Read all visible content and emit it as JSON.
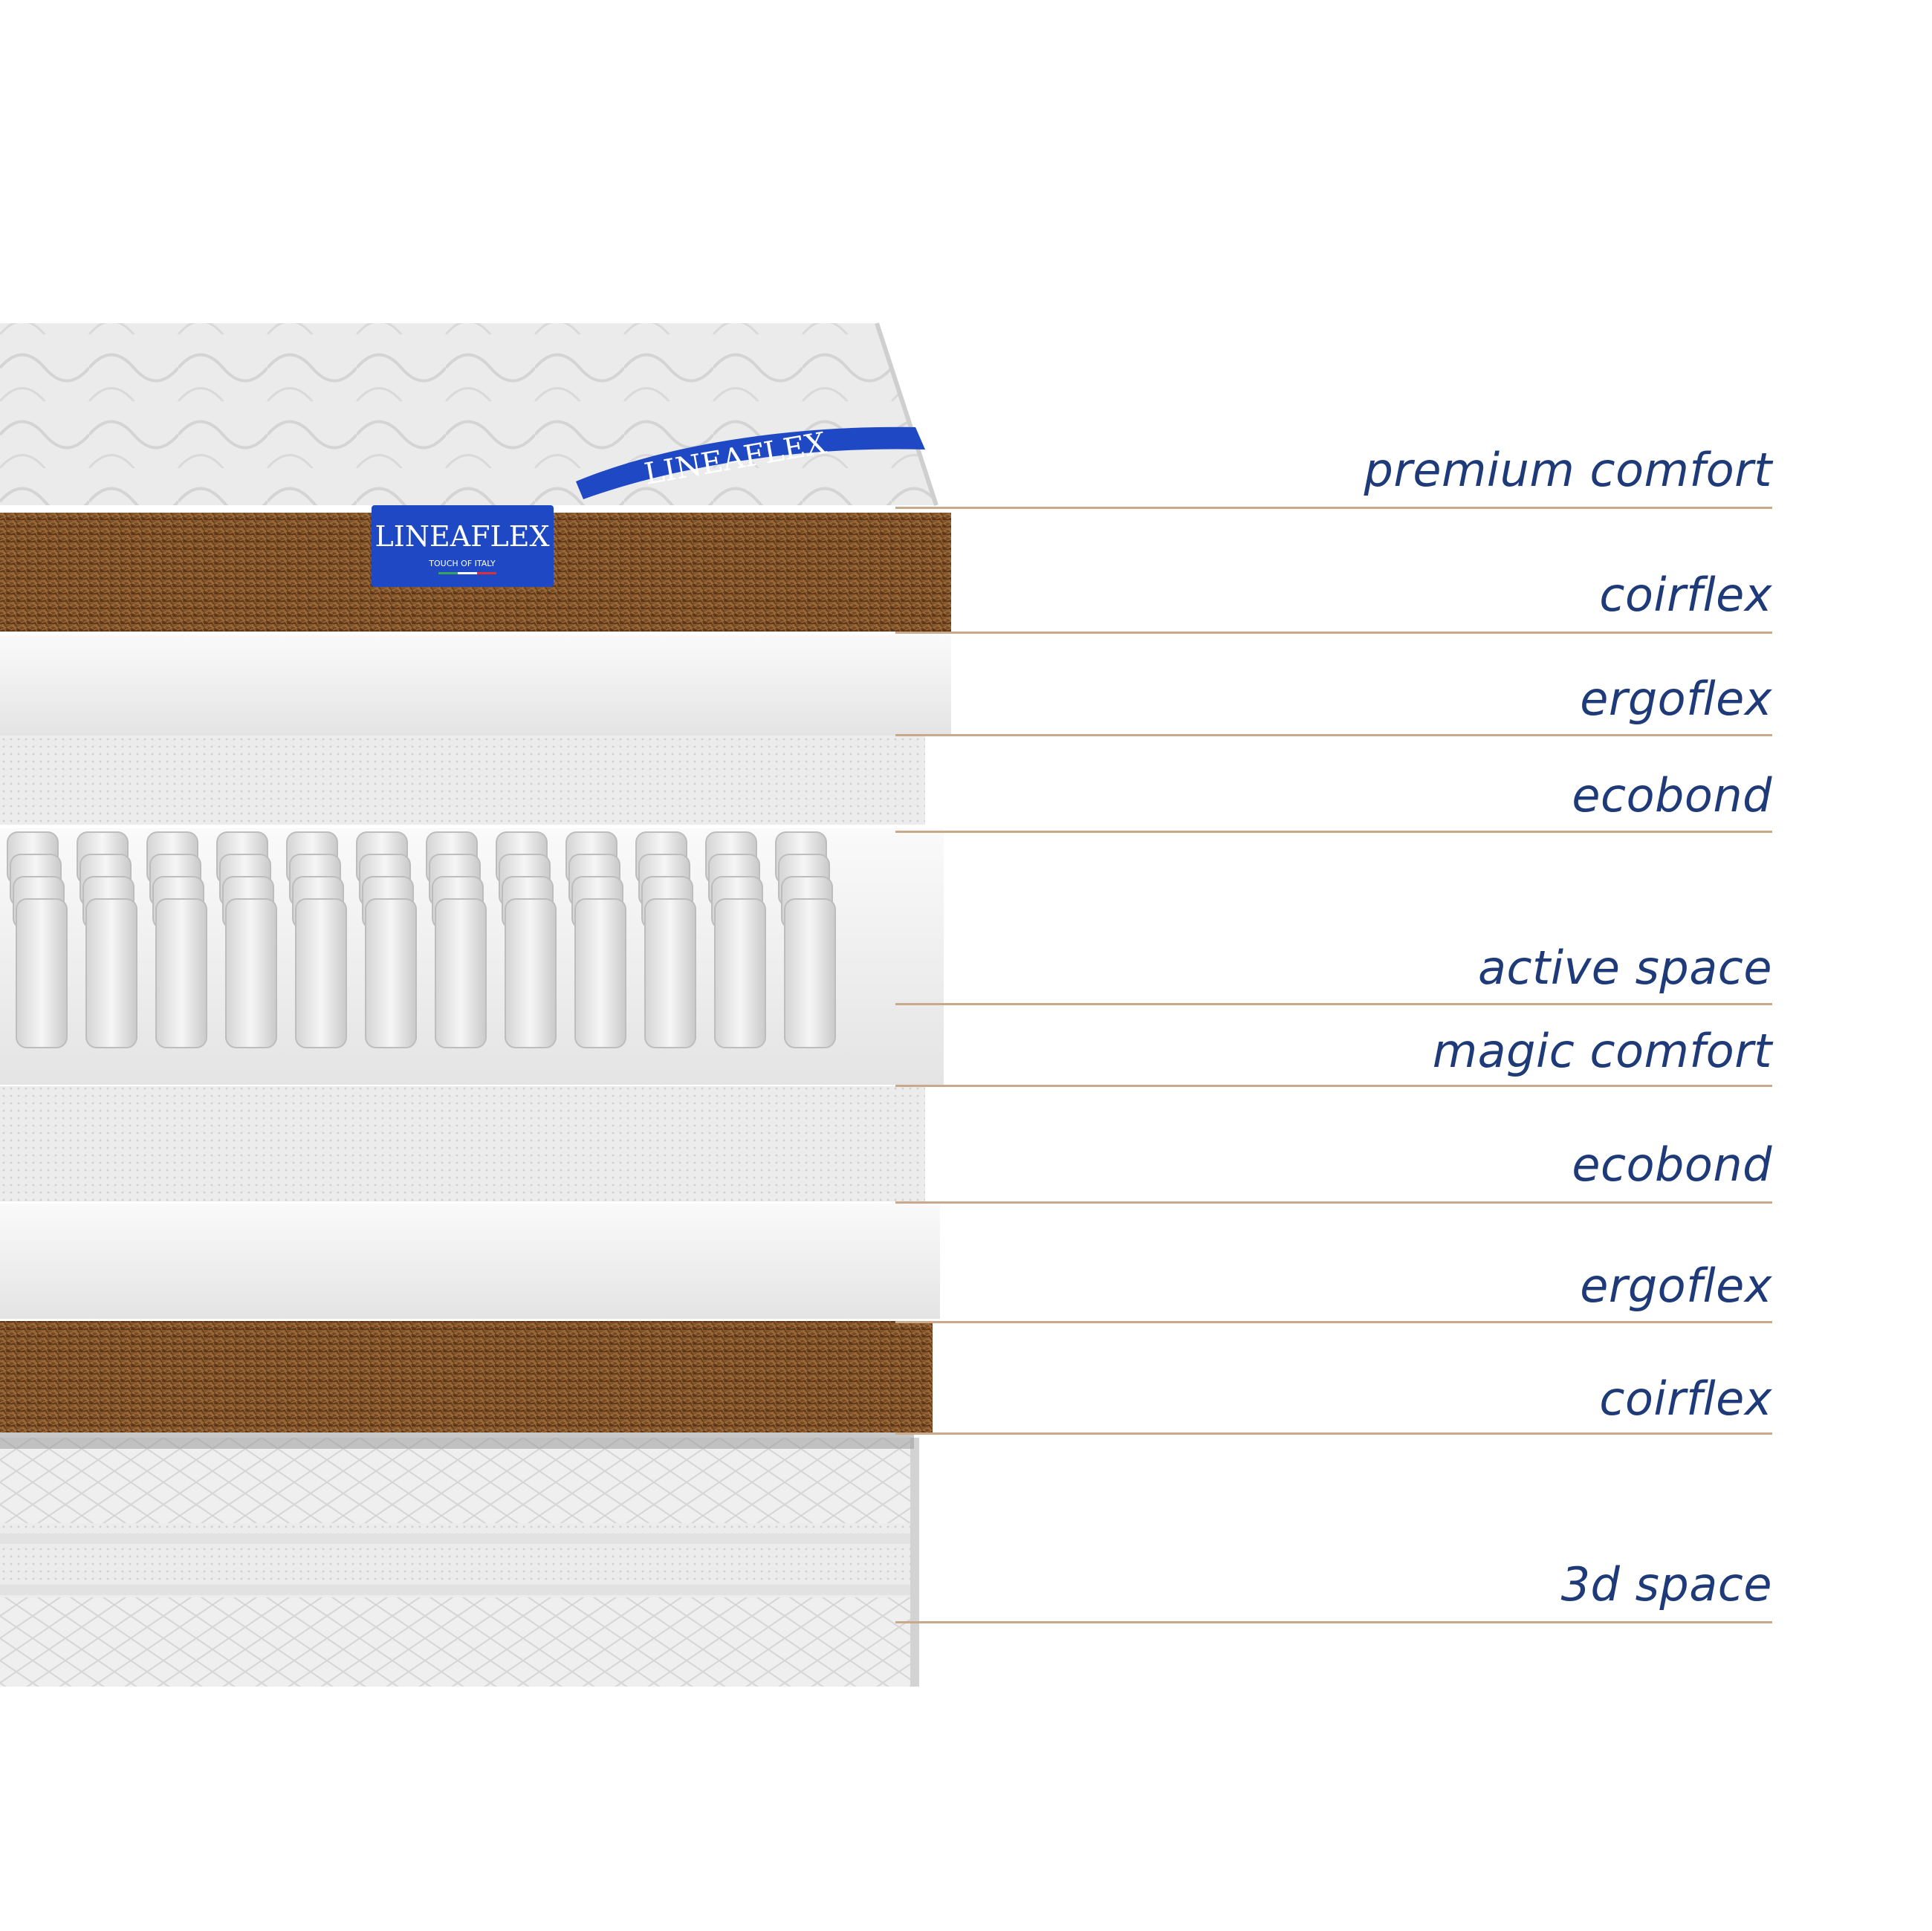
{
  "brand": {
    "name": "LINEAFLEX",
    "tagline": "TOUCH OF ITALY",
    "label_color": "#1f49c4",
    "text_color": "#ffffff"
  },
  "colors": {
    "label_text": "#1f3a78",
    "leader_line": "#c9a98a",
    "foam": "#eeeeee",
    "coir": "#7a4a22",
    "quilt": "#e6e6e6"
  },
  "layers": [
    {
      "label": "premium comfort",
      "material": "quilted-top"
    },
    {
      "label": "coirflex",
      "material": "coir"
    },
    {
      "label": "ergoflex",
      "material": "foam"
    },
    {
      "label": "ecobond",
      "material": "mesh"
    },
    {
      "label": "active space",
      "material": "pocket-springs"
    },
    {
      "label": "magic comfort",
      "material": "foam"
    },
    {
      "label": "ecobond",
      "material": "mesh"
    },
    {
      "label": "ergoflex",
      "material": "foam"
    },
    {
      "label": "coirflex",
      "material": "coir"
    },
    {
      "label": "3d space",
      "material": "quilted-base"
    }
  ]
}
